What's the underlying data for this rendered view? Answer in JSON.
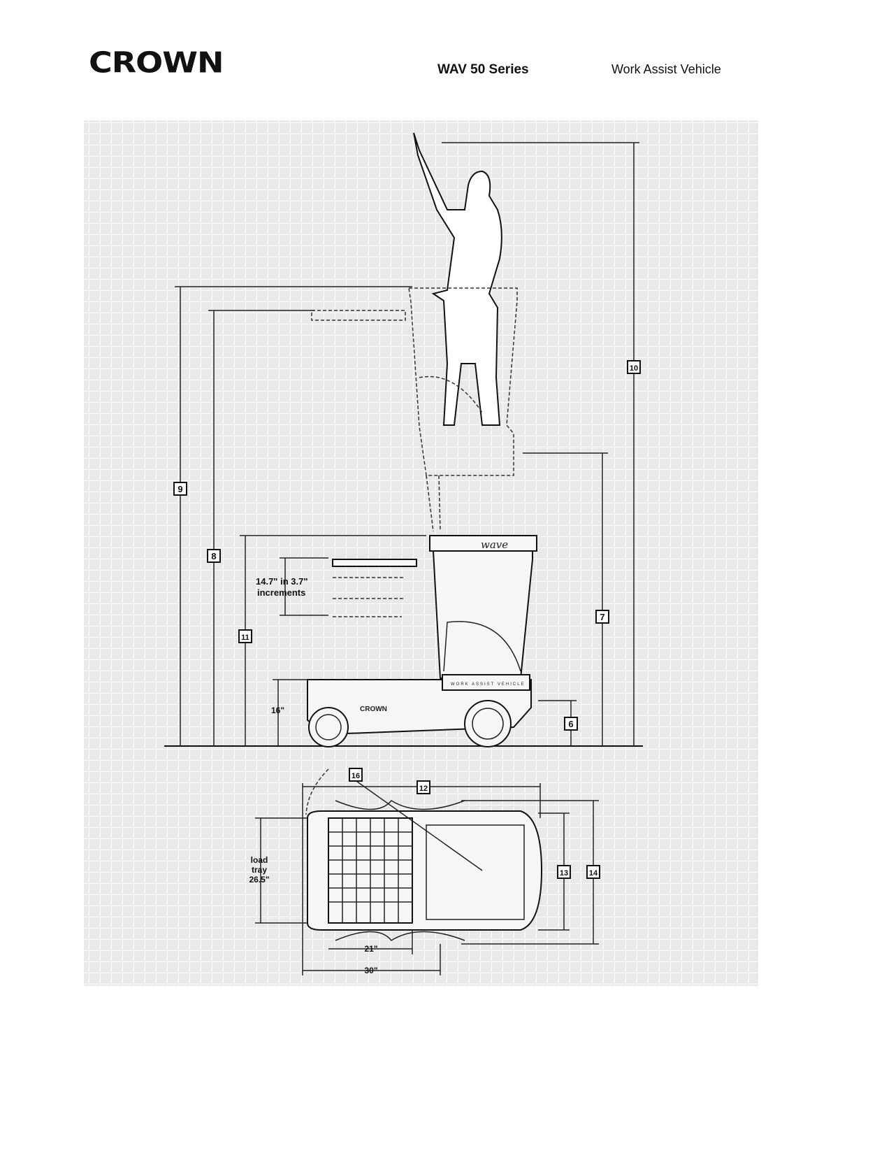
{
  "header": {
    "logo": "CROWN",
    "series": "WAV 50 Series",
    "subtitle": "Work Assist Vehicle"
  },
  "diagram": {
    "dimension_callouts": [
      "6",
      "7",
      "8",
      "9",
      "10",
      "11",
      "12",
      "13",
      "14",
      "16"
    ],
    "tray_adjust": "14.7\" in 3.7\"",
    "tray_adjust_2": "increments",
    "step_height": "16\"",
    "load_tray_1": "load",
    "load_tray_2": "tray",
    "load_tray_3": "26.5\"",
    "width_inner": "21\"",
    "width_outer": "30\"",
    "mast_brand": "wave",
    "side_text": "WORK ASSIST VEHICLE",
    "body_logo": "CROWN"
  }
}
